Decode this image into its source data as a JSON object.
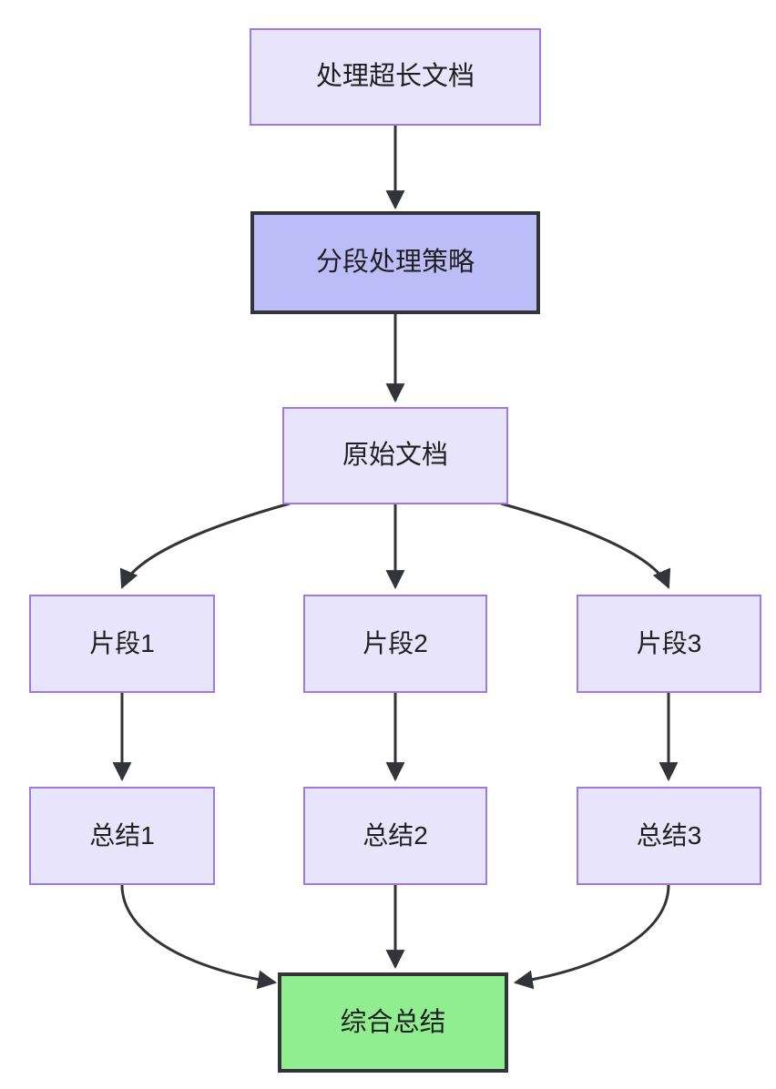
{
  "diagram": {
    "type": "flowchart",
    "direction": "top-to-bottom",
    "background": "#ffffff",
    "edge_color": "#33333a",
    "nodes": {
      "start": {
        "label": "处理超长文档",
        "style": "light",
        "fill": "#e8e4fb",
        "stroke": "#9d79e2"
      },
      "strategy": {
        "label": "分段处理策略",
        "style": "highlight",
        "fill": "#bcbcf9",
        "stroke": "#33333a"
      },
      "source_doc": {
        "label": "原始文档",
        "style": "light",
        "fill": "#e8e4fb",
        "stroke": "#9d79e2"
      },
      "chunk1": {
        "label": "片段1",
        "style": "light",
        "fill": "#e8e4fb",
        "stroke": "#9d79e2"
      },
      "chunk2": {
        "label": "片段2",
        "style": "light",
        "fill": "#e8e4fb",
        "stroke": "#9d79e2"
      },
      "chunk3": {
        "label": "片段3",
        "style": "light",
        "fill": "#e8e4fb",
        "stroke": "#9d79e2"
      },
      "summary1": {
        "label": "总结1",
        "style": "light",
        "fill": "#e8e4fb",
        "stroke": "#9d79e2"
      },
      "summary2": {
        "label": "总结2",
        "style": "light",
        "fill": "#e8e4fb",
        "stroke": "#9d79e2"
      },
      "summary3": {
        "label": "总结3",
        "style": "light",
        "fill": "#e8e4fb",
        "stroke": "#9d79e2"
      },
      "final": {
        "label": "综合总结",
        "style": "result",
        "fill": "#90ee90",
        "stroke": "#33333a"
      }
    },
    "edges": [
      {
        "from": "start",
        "to": "strategy",
        "shape": "straight"
      },
      {
        "from": "strategy",
        "to": "source_doc",
        "shape": "straight"
      },
      {
        "from": "source_doc",
        "to": "chunk1",
        "shape": "curve"
      },
      {
        "from": "source_doc",
        "to": "chunk2",
        "shape": "straight"
      },
      {
        "from": "source_doc",
        "to": "chunk3",
        "shape": "curve"
      },
      {
        "from": "chunk1",
        "to": "summary1",
        "shape": "straight"
      },
      {
        "from": "chunk2",
        "to": "summary2",
        "shape": "straight"
      },
      {
        "from": "chunk3",
        "to": "summary3",
        "shape": "straight"
      },
      {
        "from": "summary1",
        "to": "final",
        "shape": "curve"
      },
      {
        "from": "summary2",
        "to": "final",
        "shape": "straight"
      },
      {
        "from": "summary3",
        "to": "final",
        "shape": "curve"
      }
    ]
  }
}
